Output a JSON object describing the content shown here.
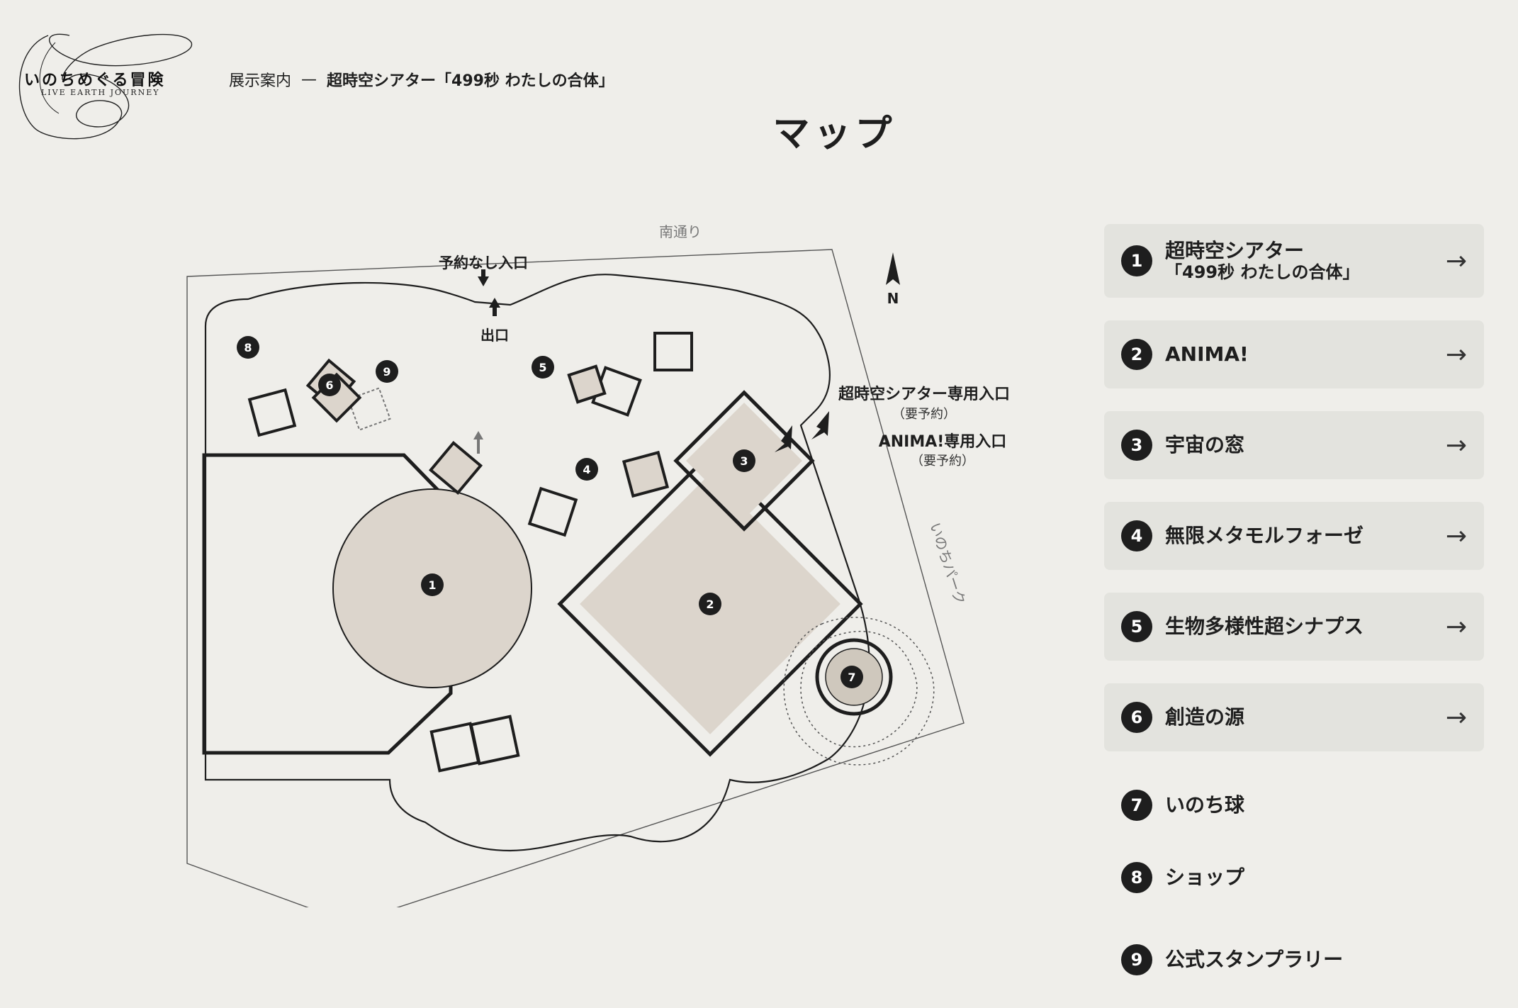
{
  "header": {
    "logo_text": "いのちめぐる冒険",
    "logo_sub": "LIVE EARTH JOURNEY",
    "breadcrumb_parent": "展示案内",
    "breadcrumb_sep": "—",
    "breadcrumb_current": "超時空シアター「499秒 わたしの合体」"
  },
  "page_title": "マップ",
  "map": {
    "street_south": "南通り",
    "street_park": "いのちパーク",
    "north": "N",
    "entrance_no_reservation": "予約なし入口",
    "exit": "出口",
    "theater_entrance": "超時空シアター専用入口",
    "theater_entrance_note": "（要予約）",
    "anima_entrance": "ANIMA!専用入口",
    "anima_entrance_note": "（要予約）",
    "markers": [
      "1",
      "2",
      "3",
      "4",
      "5",
      "6",
      "7",
      "8",
      "9"
    ]
  },
  "legend": [
    {
      "num": "1",
      "label": "超時空シアター",
      "label2": "「499秒 わたしの合体」",
      "arrow": "→"
    },
    {
      "num": "2",
      "label": "ANIMA!",
      "arrow": "→"
    },
    {
      "num": "3",
      "label": "宇宙の窓",
      "arrow": "→"
    },
    {
      "num": "4",
      "label": "無限メタモルフォーゼ",
      "arrow": "→"
    },
    {
      "num": "5",
      "label": "生物多様性超シナプス",
      "arrow": "→"
    },
    {
      "num": "6",
      "label": "創造の源",
      "arrow": "→"
    },
    {
      "num": "7",
      "label": "いのち球"
    },
    {
      "num": "8",
      "label": "ショップ"
    },
    {
      "num": "9",
      "label": "公式スタンプラリー"
    }
  ],
  "colors": {
    "background": "#efeeea",
    "fill": "#dcd5cc",
    "ink": "#1e1e1e",
    "card": "#e3e3de"
  }
}
